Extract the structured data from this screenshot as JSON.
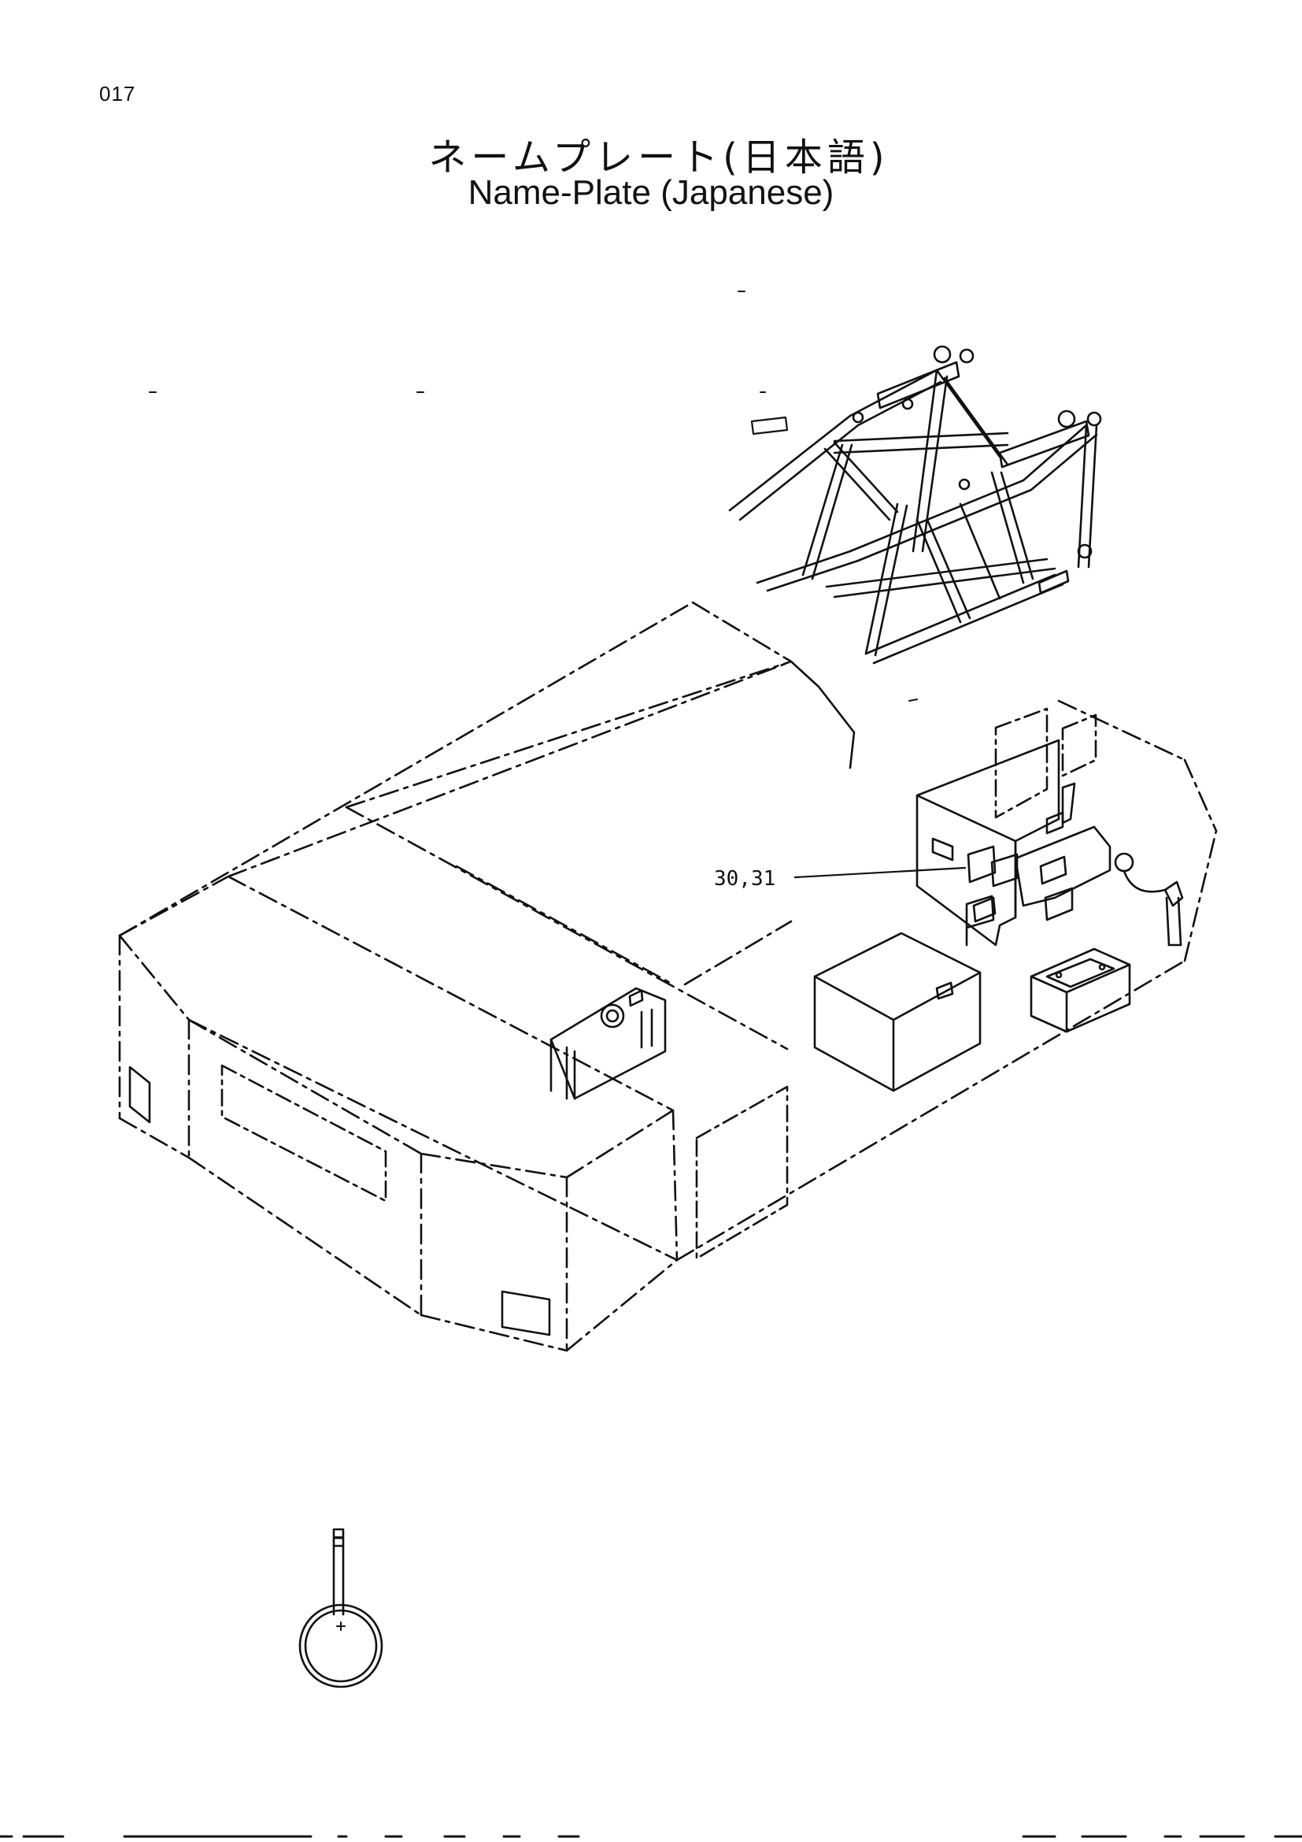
{
  "page_number": "017",
  "title_jp": "ネームプレート(日本語)",
  "title_en": "Name-Plate (Japanese)",
  "callout_label": "30,31"
}
